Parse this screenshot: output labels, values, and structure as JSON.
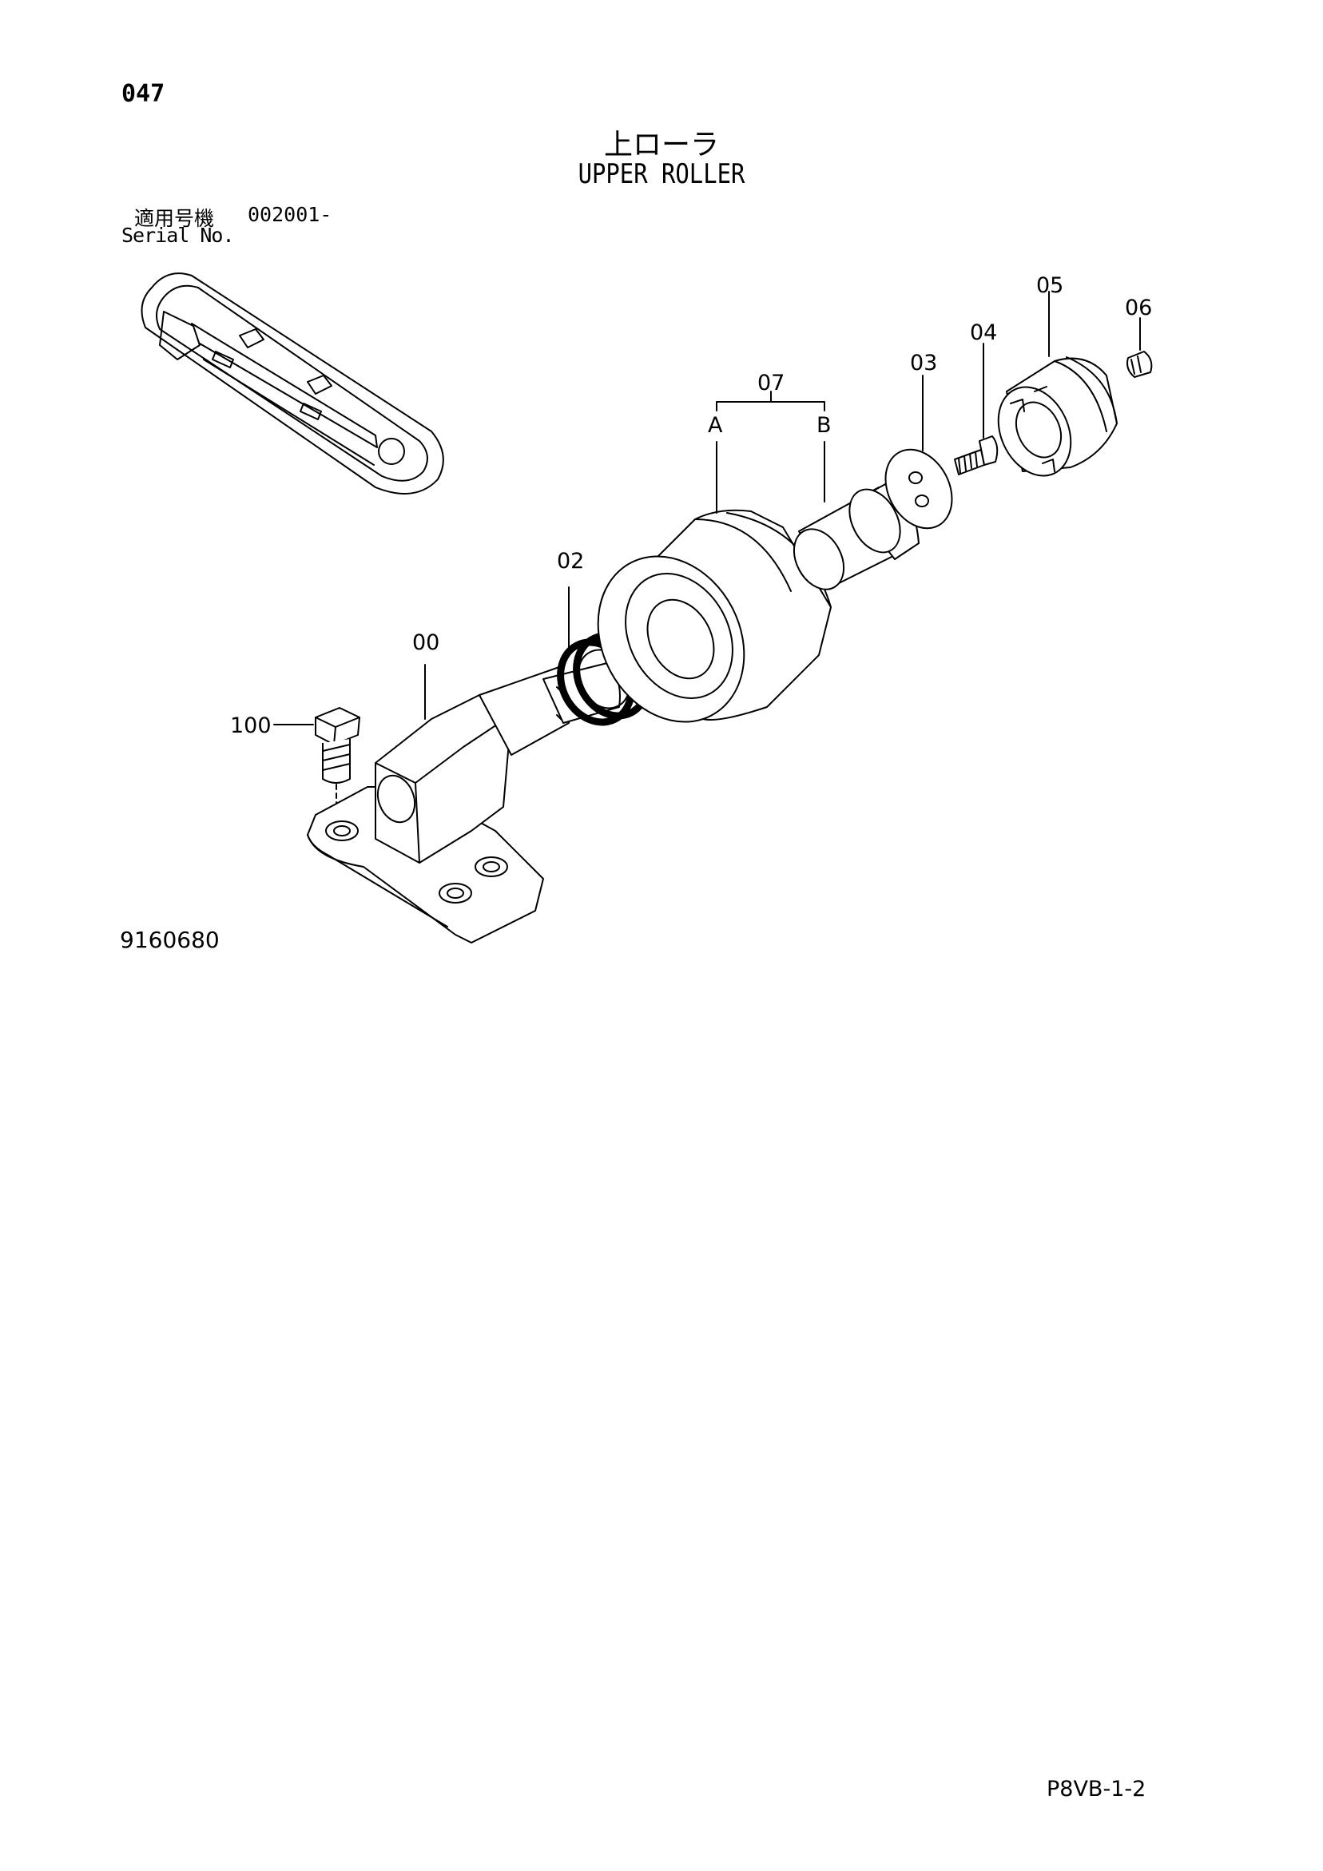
{
  "header": {
    "page_number": "047",
    "title_jp": "上ローラ",
    "title_en": "UPPER ROLLER"
  },
  "serial": {
    "label_jp": "適用号機",
    "value": "002001-",
    "label_en": "Serial No."
  },
  "callouts": {
    "p00": "00",
    "p02": "02",
    "p03": "03",
    "p04": "04",
    "p05": "05",
    "p06": "06",
    "p07": "07",
    "p07a": "A",
    "p07b": "B",
    "p100": "100"
  },
  "footer": {
    "figure_number": "9160680",
    "page_code": "P8VB-1-2"
  }
}
